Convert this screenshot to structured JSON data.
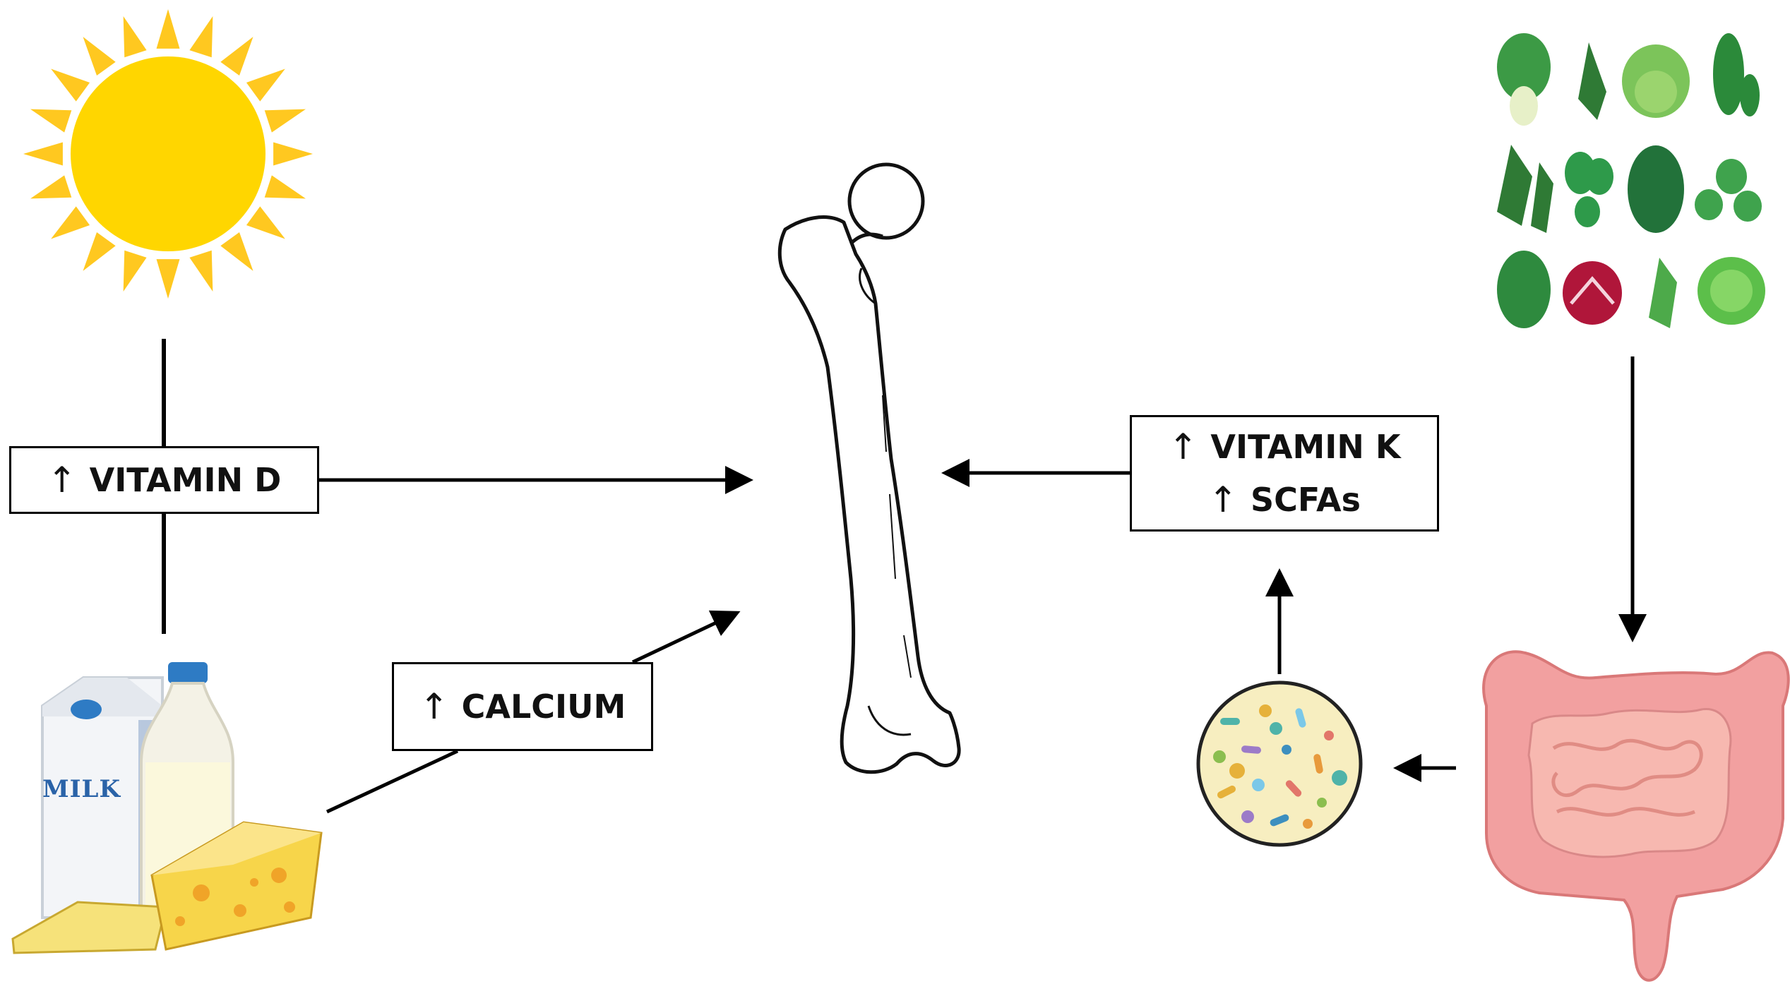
{
  "boxes": {
    "vitamin_d": {
      "arrow": "↑",
      "text": "VITAMIN D"
    },
    "calcium": {
      "arrow": "↑",
      "text": "CALCIUM"
    },
    "vitamin_k": {
      "arrow": "↑",
      "text": "VITAMIN K"
    },
    "scfas": {
      "arrow": "↑",
      "text": "SCFAs"
    }
  },
  "milk_carton": {
    "label": "MILK"
  },
  "icons": [
    "sun-icon",
    "dairy-icon",
    "bone-icon",
    "leafy-greens-icon",
    "intestine-icon",
    "microbiota-icon"
  ],
  "colors": {
    "sun": "#FFD600",
    "sun_rays": "#FFC820",
    "milk_cap": "#2E7BC4",
    "cheese": "#F7D54A",
    "cheese_holes": "#F0A428",
    "greens": "#3FA34D",
    "radicchio": "#B0163A",
    "intestine": "#F2A0A0",
    "microbe_circle": "#F7EEC0"
  }
}
